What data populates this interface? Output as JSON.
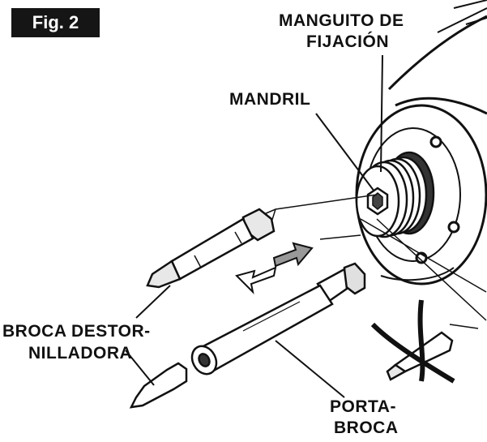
{
  "figure": {
    "badge": "Fig. 2"
  },
  "labels": {
    "sleeve_line1": "MANGUITO DE",
    "sleeve_line2": "FIJACIÓN",
    "chuck": "MANDRIL",
    "bit_line1": "BROCA DESTOR-",
    "bit_line2": "NILLADORA",
    "holder_line1": "PORTA-",
    "holder_line2": "BROCA"
  },
  "colors": {
    "ink": "#111111",
    "badge_bg": "#151515",
    "badge_text": "#ffffff",
    "arrow_fill": "#999999"
  }
}
